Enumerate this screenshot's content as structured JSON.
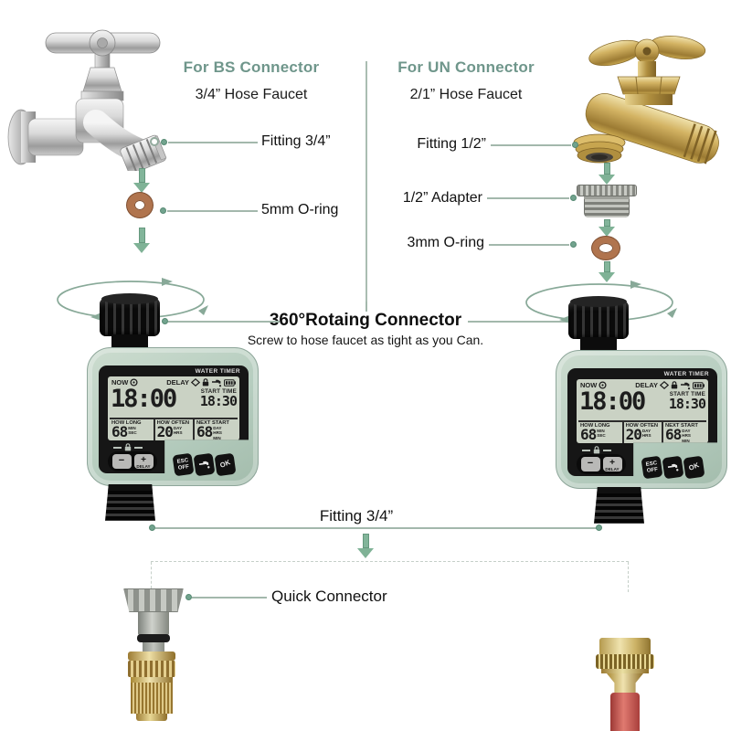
{
  "left_column": {
    "heading": "For BS Connector",
    "subheading": "3/4” Hose Faucet",
    "fitting_label": "Fitting 3/4”",
    "oring_label": "5mm O-ring"
  },
  "right_column": {
    "heading": "For UN Connector",
    "subheading": "2/1” Hose Faucet",
    "fitting_label": "Fitting 1/2”",
    "adapter_label": "1/2” Adapter",
    "oring_label": "3mm O-ring"
  },
  "rotating_connector": {
    "title": "360°Rotaing Connector",
    "subtitle": "Screw to hose faucet as tight as you Can."
  },
  "timer": {
    "brand": "WATER TIMER",
    "lcd": {
      "now_label": "NOW",
      "delay_label": "DELAY",
      "current_time": "18:00",
      "start_time_label": "START TIME",
      "start_time_value": "18:30",
      "how_long": {
        "label": "HOW LONG",
        "value": "68",
        "unit1": "MIN",
        "unit2": "SEC"
      },
      "how_often": {
        "label": "HOW OFTEN",
        "value": "20",
        "unit1": "DAY",
        "unit2": "HRS"
      },
      "next_start": {
        "label": "NEXT START",
        "value": "68",
        "unit1": "DAY",
        "unit2": "HRS",
        "unit3": "MIN"
      }
    },
    "buttons": {
      "minus_label": "−",
      "plus_label": "+",
      "delay_label": "DELAY",
      "esc_label": "ESC",
      "off_label": "OFF",
      "ok_label": "OK"
    }
  },
  "bottom_section": {
    "fitting_label": "Fitting 3/4”",
    "quick_connector_label": "Quick Connector"
  },
  "icons": [
    "clock-icon",
    "delay-icon",
    "lock-icon",
    "faucet-icon",
    "battery-icon",
    "rotation-arrows-icon",
    "down-arrow",
    "leader-dot"
  ],
  "colors": {
    "heading_teal": "#6f968b",
    "leader_line": "#a3b8ac",
    "arrow_green": "#7fb296",
    "oring_copper": "#b0744e",
    "timer_body": "#b6cdbf",
    "lcd_bg": "#cad2c4",
    "brass": "#c7a54f",
    "chrome": "#c9c9c9",
    "hose_red": "#c94f4a"
  }
}
